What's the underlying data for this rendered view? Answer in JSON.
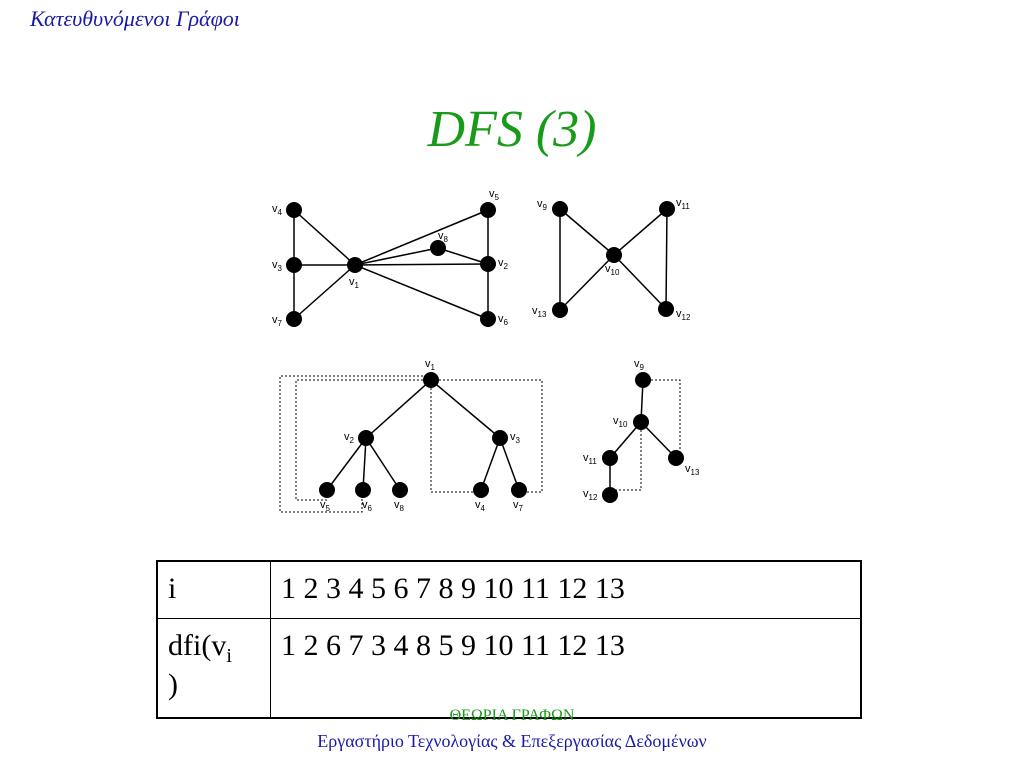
{
  "header": {
    "title": "Κατευθυνόμενοι Γράφοι"
  },
  "slide": {
    "title": "DFS (3)"
  },
  "graph": {
    "nodes": [
      "v1",
      "v2",
      "v3",
      "v4",
      "v5",
      "v6",
      "v7",
      "v8",
      "v9",
      "v10",
      "v11",
      "v12",
      "v13"
    ],
    "edges": [
      [
        "v4",
        "v3"
      ],
      [
        "v3",
        "v7"
      ],
      [
        "v4",
        "v1"
      ],
      [
        "v3",
        "v1"
      ],
      [
        "v7",
        "v1"
      ],
      [
        "v1",
        "v5"
      ],
      [
        "v1",
        "v8"
      ],
      [
        "v8",
        "v2"
      ],
      [
        "v1",
        "v2"
      ],
      [
        "v1",
        "v6"
      ],
      [
        "v5",
        "v2"
      ],
      [
        "v2",
        "v6"
      ],
      [
        "v9",
        "v10"
      ],
      [
        "v10",
        "v11"
      ],
      [
        "v10",
        "v12"
      ],
      [
        "v9",
        "v13"
      ],
      [
        "v11",
        "v12"
      ],
      [
        "v10",
        "v13"
      ]
    ]
  },
  "dfs_tree": {
    "tree_edges": [
      [
        "v1",
        "v2"
      ],
      [
        "v1",
        "v3"
      ],
      [
        "v2",
        "v5"
      ],
      [
        "v2",
        "v6"
      ],
      [
        "v2",
        "v8"
      ],
      [
        "v3",
        "v4"
      ],
      [
        "v3",
        "v7"
      ],
      [
        "v9",
        "v10"
      ],
      [
        "v10",
        "v11"
      ],
      [
        "v11",
        "v12"
      ],
      [
        "v10",
        "v13"
      ]
    ]
  },
  "table": {
    "row1_label": "i",
    "row1_values": "1  2  3  4  5  6  7  8  9  10  11  12  13",
    "row2_label_main": "dfi(v",
    "row2_label_sub": "i",
    "row2_label_end": ")",
    "row2_values": "1  2  6  7  3  4  8  5  9  10  11  12   13"
  },
  "footer": {
    "line1": "ΘΕΩΡΙΑ ΓΡΑΦΩΝ",
    "line2": "Εργαστήριο Τεχνολογίας & Επεξεργασίας Δεδομένων"
  }
}
